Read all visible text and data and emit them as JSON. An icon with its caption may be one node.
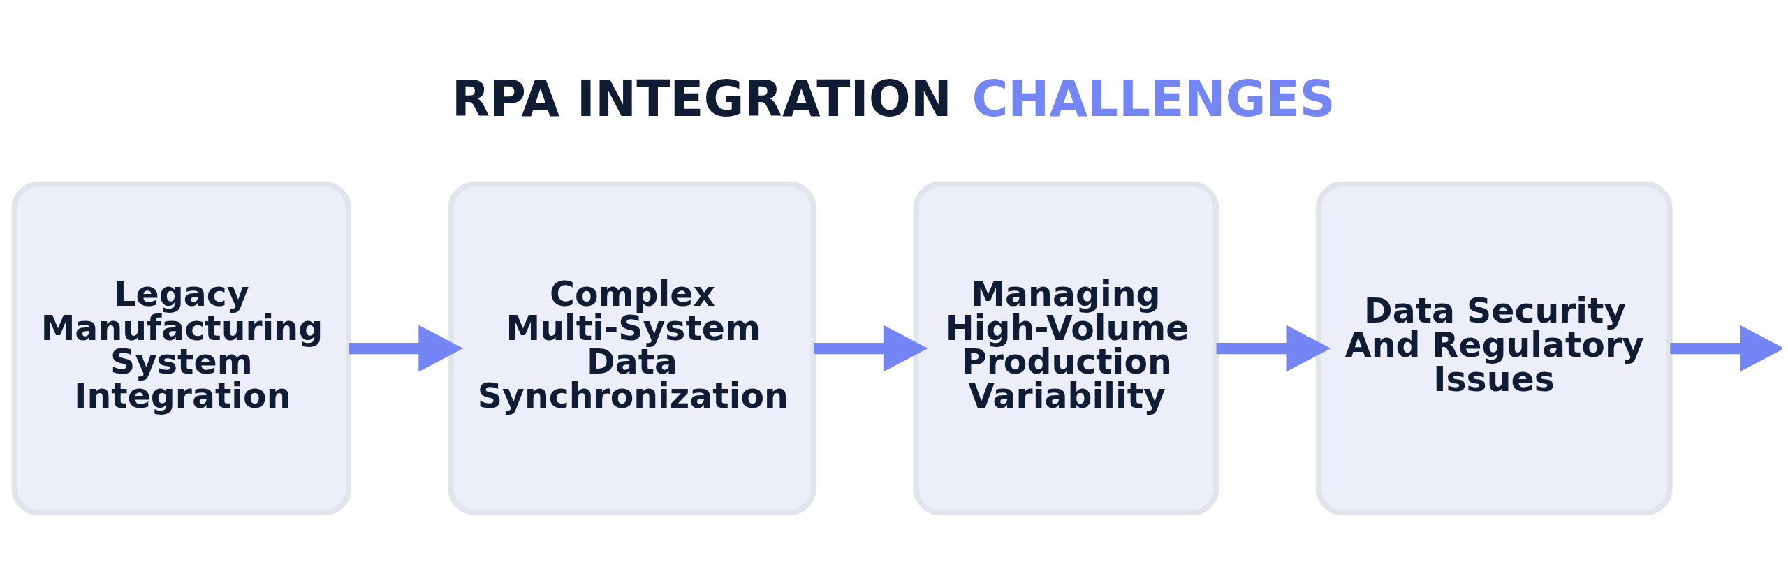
{
  "diagram": {
    "title": "RPA INTEGRATION CHALLENGES",
    "nodes": [
      {
        "text": [
          "Legacy Manufacturing System Integration"
        ]
      },
      {
        "text": [
          "Complex Multi-System Data Synchronization"
        ]
      },
      {
        "text": [
          "Managing High-Volume Production Variability"
        ]
      },
      {
        "text": [
          "Data Security And Regulatory Issues"
        ]
      }
    ],
    "edges": [
      {
        "from": 0,
        "to": 1,
        "arrow": "to"
      },
      {
        "from": 1,
        "to": 2,
        "arrow": "to"
      },
      {
        "from": 2,
        "to": 3,
        "arrow": "to"
      },
      {
        "from": 3,
        "to": null,
        "arrow": "to"
      }
    ]
  }
}
